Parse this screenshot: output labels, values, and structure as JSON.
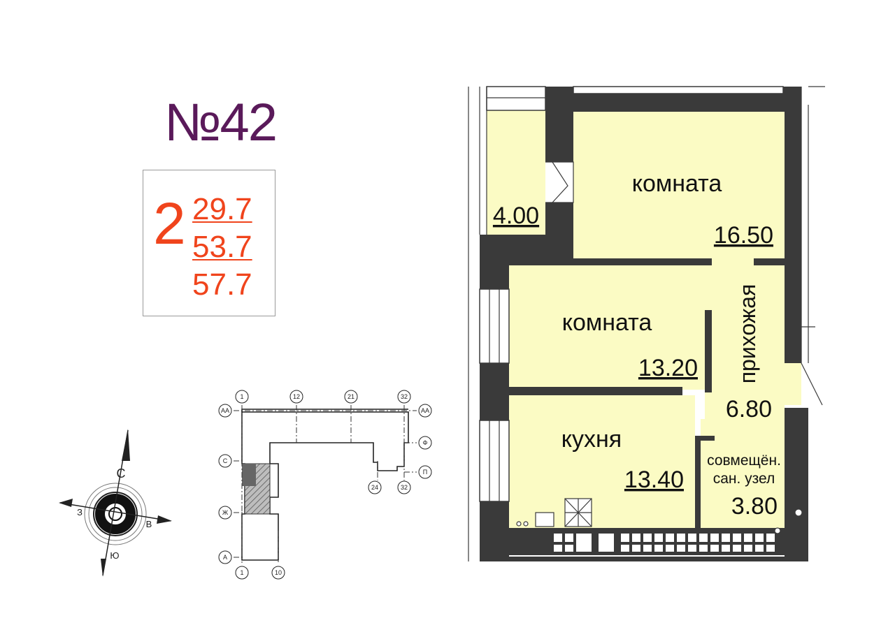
{
  "apartment": {
    "number": "№42"
  },
  "summary": {
    "rooms_count": "2",
    "living_area": "29.7",
    "total_area": "53.7",
    "area_with_balcony": "57.7"
  },
  "rooms": [
    {
      "name": "комната",
      "area": "16.50"
    },
    {
      "name": "комната",
      "area": "13.20"
    },
    {
      "name": "прихожая",
      "area": "6.80"
    },
    {
      "name": "кухня",
      "area": "13.40"
    },
    {
      "name_line1": "совмещён.",
      "name_line2": "сан. узел",
      "area": "3.80"
    },
    {
      "name": "",
      "area": "4.00"
    }
  ],
  "key_plan": {
    "axes_top": [
      "1",
      "12",
      "21",
      "32"
    ],
    "axes_bottom": [
      "1",
      "10"
    ],
    "axes_bottom_right": [
      "24",
      "32"
    ],
    "rows_left": [
      "АА",
      "С",
      "Ж",
      "А"
    ],
    "rows_right": [
      "АА",
      "Ф",
      "П"
    ]
  },
  "compass": {
    "north": "С",
    "south": "Ю",
    "west": "З",
    "east": "В"
  },
  "colors": {
    "floor": "#fbfbc4",
    "wall": "#3a3a3a",
    "title": "#5a1a5a",
    "accent": "#f0441c"
  }
}
